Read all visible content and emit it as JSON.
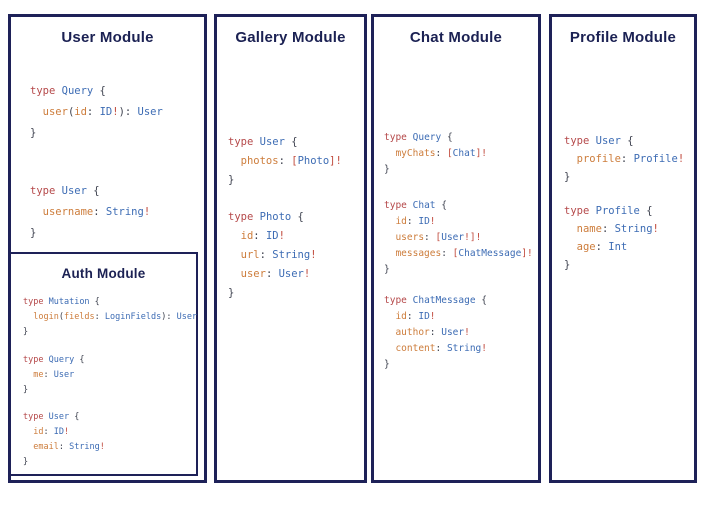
{
  "colors": {
    "box_border": "#1e2158",
    "title_text": "#1b2153",
    "code_keyword": "#b5494a",
    "code_type": "#3d6cb4",
    "code_field": "#cd7d3c",
    "code_punct": "#3f4350",
    "code_bang": "#c14b3e"
  },
  "modules": [
    {
      "title": "User Module",
      "blocks": [
        [
          [
            [
              "type",
              "k"
            ],
            [
              " ",
              "p"
            ],
            [
              "Query",
              "t"
            ],
            [
              " {",
              "p"
            ]
          ],
          [
            [
              "  user",
              "f"
            ],
            [
              "(",
              "p"
            ],
            [
              "id",
              "f"
            ],
            [
              ": ",
              "p"
            ],
            [
              "ID",
              "t"
            ],
            [
              "!",
              "b"
            ],
            [
              "): ",
              "p"
            ],
            [
              "User",
              "t"
            ]
          ],
          [
            [
              "}",
              "p"
            ]
          ]
        ],
        [
          [
            [
              "type",
              "k"
            ],
            [
              " ",
              "p"
            ],
            [
              "User",
              "t"
            ],
            [
              " {",
              "p"
            ]
          ],
          [
            [
              "  username",
              "f"
            ],
            [
              ": ",
              "p"
            ],
            [
              "String",
              "t"
            ],
            [
              "!",
              "b"
            ]
          ],
          [
            [
              "}",
              "p"
            ]
          ]
        ]
      ],
      "nested": {
        "title": "Auth Module",
        "blocks": [
          [
            [
              [
                "type",
                "k"
              ],
              [
                " ",
                "p"
              ],
              [
                "Mutation",
                "t"
              ],
              [
                " {",
                "p"
              ]
            ],
            [
              [
                "  login",
                "f"
              ],
              [
                "(",
                "p"
              ],
              [
                "fields",
                "f"
              ],
              [
                ": ",
                "p"
              ],
              [
                "LoginFields",
                "t"
              ],
              [
                "): ",
                "p"
              ],
              [
                "User",
                "t"
              ]
            ],
            [
              [
                "}",
                "p"
              ]
            ]
          ],
          [
            [
              [
                "type",
                "k"
              ],
              [
                " ",
                "p"
              ],
              [
                "Query",
                "t"
              ],
              [
                " {",
                "p"
              ]
            ],
            [
              [
                "  me",
                "f"
              ],
              [
                ": ",
                "p"
              ],
              [
                "User",
                "t"
              ]
            ],
            [
              [
                "}",
                "p"
              ]
            ]
          ],
          [
            [
              [
                "type",
                "k"
              ],
              [
                " ",
                "p"
              ],
              [
                "User",
                "t"
              ],
              [
                " {",
                "p"
              ]
            ],
            [
              [
                "  id",
                "f"
              ],
              [
                ": ",
                "p"
              ],
              [
                "ID",
                "t"
              ],
              [
                "!",
                "b"
              ]
            ],
            [
              [
                "  email",
                "f"
              ],
              [
                ": ",
                "p"
              ],
              [
                "String",
                "t"
              ],
              [
                "!",
                "b"
              ]
            ],
            [
              [
                "}",
                "p"
              ]
            ]
          ]
        ]
      }
    },
    {
      "title": "Gallery Module",
      "blocks": [
        [
          [
            [
              "type",
              "k"
            ],
            [
              " ",
              "p"
            ],
            [
              "User",
              "t"
            ],
            [
              " {",
              "p"
            ]
          ],
          [
            [
              "  photos",
              "f"
            ],
            [
              ": ",
              "p"
            ],
            [
              "[",
              "b"
            ],
            [
              "Photo",
              "t"
            ],
            [
              "]",
              "b"
            ],
            [
              "!",
              "b"
            ]
          ],
          [
            [
              "}",
              "p"
            ]
          ]
        ],
        [
          [
            [
              "type",
              "k"
            ],
            [
              " ",
              "p"
            ],
            [
              "Photo",
              "t"
            ],
            [
              " {",
              "p"
            ]
          ],
          [
            [
              "  id",
              "f"
            ],
            [
              ": ",
              "p"
            ],
            [
              "ID",
              "t"
            ],
            [
              "!",
              "b"
            ]
          ],
          [
            [
              "  url",
              "f"
            ],
            [
              ": ",
              "p"
            ],
            [
              "String",
              "t"
            ],
            [
              "!",
              "b"
            ]
          ],
          [
            [
              "  user",
              "f"
            ],
            [
              ": ",
              "p"
            ],
            [
              "User",
              "t"
            ],
            [
              "!",
              "b"
            ]
          ],
          [
            [
              "}",
              "p"
            ]
          ]
        ]
      ]
    },
    {
      "title": "Chat Module",
      "blocks": [
        [
          [
            [
              "type",
              "k"
            ],
            [
              " ",
              "p"
            ],
            [
              "Query",
              "t"
            ],
            [
              " {",
              "p"
            ]
          ],
          [
            [
              "  myChats",
              "f"
            ],
            [
              ": ",
              "p"
            ],
            [
              "[",
              "b"
            ],
            [
              "Chat",
              "t"
            ],
            [
              "]",
              "b"
            ],
            [
              "!",
              "b"
            ]
          ],
          [
            [
              "}",
              "p"
            ]
          ]
        ],
        [
          [
            [
              "type",
              "k"
            ],
            [
              " ",
              "p"
            ],
            [
              "Chat",
              "t"
            ],
            [
              " {",
              "p"
            ]
          ],
          [
            [
              "  id",
              "f"
            ],
            [
              ": ",
              "p"
            ],
            [
              "ID",
              "t"
            ],
            [
              "!",
              "b"
            ]
          ],
          [
            [
              "  users",
              "f"
            ],
            [
              ": ",
              "p"
            ],
            [
              "[",
              "b"
            ],
            [
              "User",
              "t"
            ],
            [
              "!",
              "b"
            ],
            [
              "]",
              "b"
            ],
            [
              "!",
              "b"
            ]
          ],
          [
            [
              "  messages",
              "f"
            ],
            [
              ": ",
              "p"
            ],
            [
              "[",
              "b"
            ],
            [
              "ChatMessage",
              "t"
            ],
            [
              "]",
              "b"
            ],
            [
              "!",
              "b"
            ]
          ],
          [
            [
              "}",
              "p"
            ]
          ]
        ],
        [
          [
            [
              "type",
              "k"
            ],
            [
              " ",
              "p"
            ],
            [
              "ChatMessage",
              "t"
            ],
            [
              " {",
              "p"
            ]
          ],
          [
            [
              "  id",
              "f"
            ],
            [
              ": ",
              "p"
            ],
            [
              "ID",
              "t"
            ],
            [
              "!",
              "b"
            ]
          ],
          [
            [
              "  author",
              "f"
            ],
            [
              ": ",
              "p"
            ],
            [
              "User",
              "t"
            ],
            [
              "!",
              "b"
            ]
          ],
          [
            [
              "  content",
              "f"
            ],
            [
              ": ",
              "p"
            ],
            [
              "String",
              "t"
            ],
            [
              "!",
              "b"
            ]
          ],
          [
            [
              "}",
              "p"
            ]
          ]
        ]
      ]
    },
    {
      "title": "Profile Module",
      "blocks": [
        [
          [
            [
              "type",
              "k"
            ],
            [
              " ",
              "p"
            ],
            [
              "User",
              "t"
            ],
            [
              " {",
              "p"
            ]
          ],
          [
            [
              "  profile",
              "f"
            ],
            [
              ": ",
              "p"
            ],
            [
              "Profile",
              "t"
            ],
            [
              "!",
              "b"
            ]
          ],
          [
            [
              "}",
              "p"
            ]
          ]
        ],
        [
          [
            [
              "type",
              "k"
            ],
            [
              " ",
              "p"
            ],
            [
              "Profile",
              "t"
            ],
            [
              " {",
              "p"
            ]
          ],
          [
            [
              "  name",
              "f"
            ],
            [
              ": ",
              "p"
            ],
            [
              "String",
              "t"
            ],
            [
              "!",
              "b"
            ]
          ],
          [
            [
              "  age",
              "f"
            ],
            [
              ": ",
              "p"
            ],
            [
              "Int",
              "t"
            ]
          ],
          [
            [
              "}",
              "p"
            ]
          ]
        ]
      ]
    }
  ]
}
